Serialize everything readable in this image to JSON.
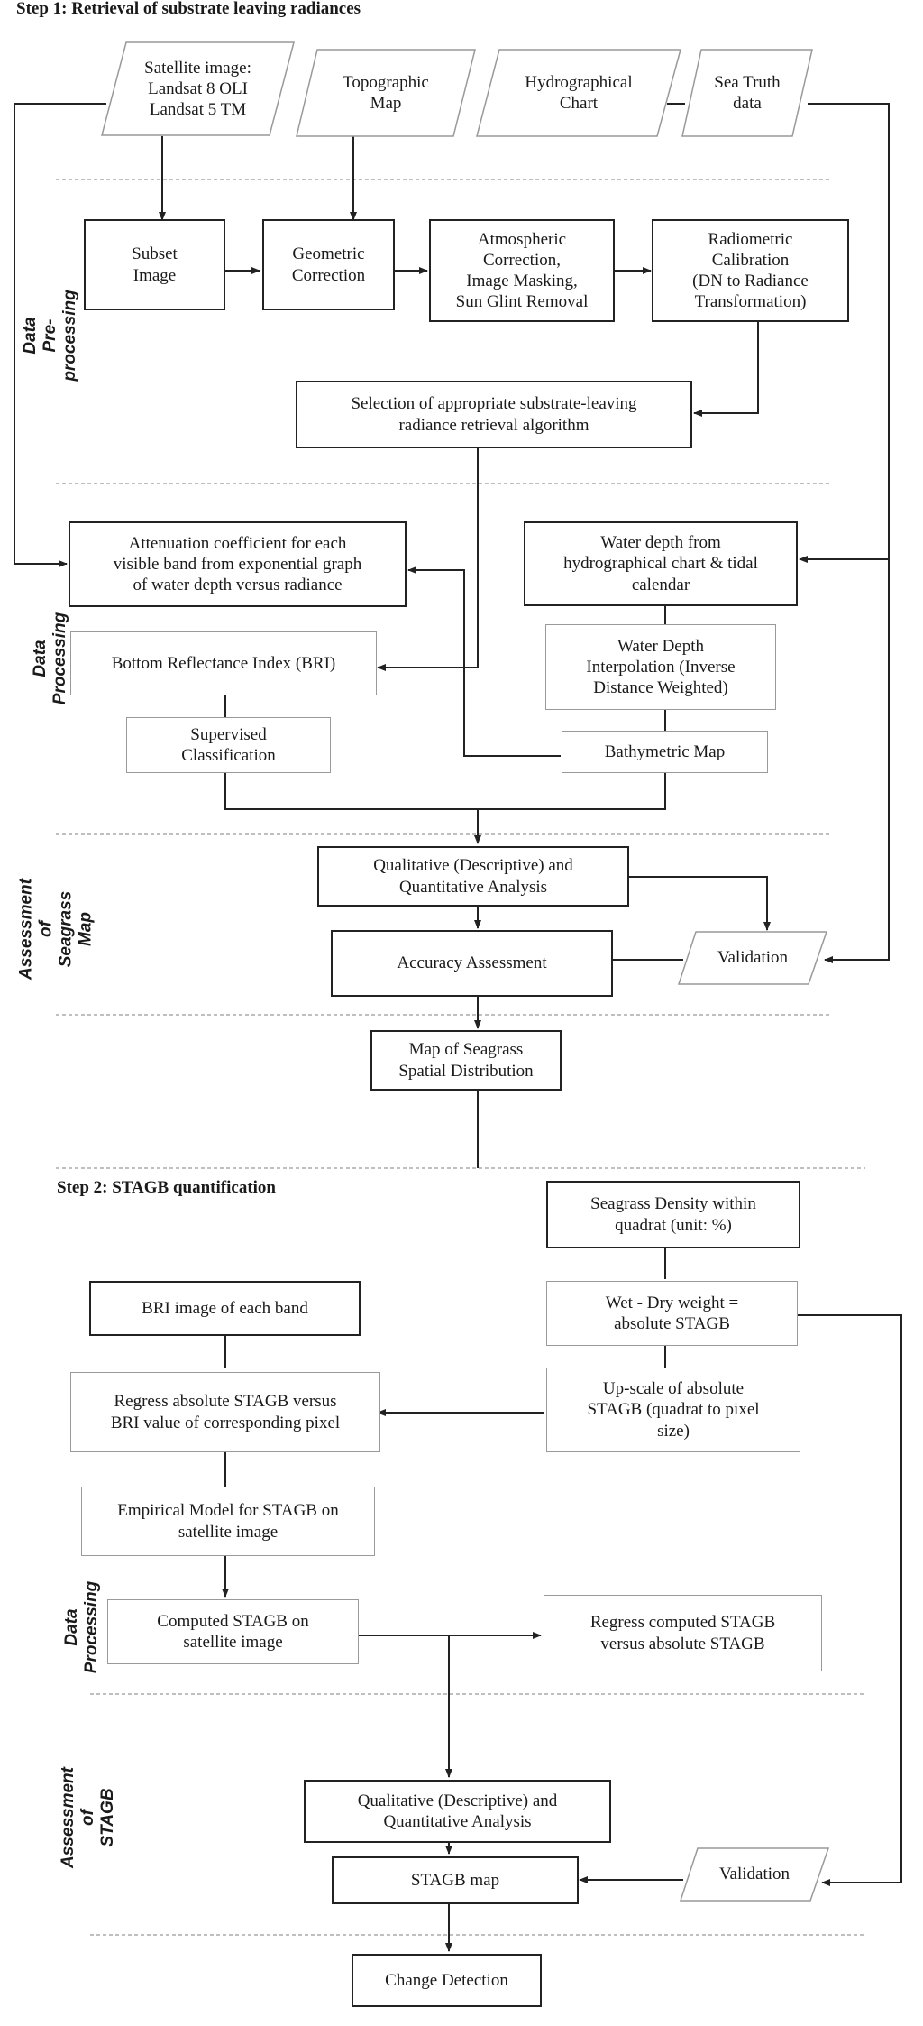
{
  "step1": {
    "title": "Step 1: Retrieval of substrate leaving radiances",
    "inputs": {
      "satellite": "Satellite image:\nLandsat 8 OLI\nLandsat 5 TM",
      "topographic": "Topographic\nMap",
      "hydrographical": "Hydrographical\nChart",
      "sea_truth": "Sea Truth\ndata"
    },
    "section_preprocessing": "Data\nPre-processing",
    "subset_image": "Subset\nImage",
    "geometric_correction": "Geometric\nCorrection",
    "atmospheric": "Atmospheric\nCorrection,\nImage Masking,\nSun Glint Removal",
    "radiometric": "Radiometric\nCalibration\n(DN to Radiance\nTransformation)",
    "selection_algorithm": "Selection of appropriate substrate-leaving\nradiance retrieval algorithm",
    "section_processing": "Data\nProcessing",
    "attenuation": "Attenuation coefficient for each\nvisible band from exponential graph\nof water depth versus radiance",
    "water_depth": "Water depth from\nhydrographical chart & tidal\ncalendar",
    "bri": "Bottom Reflectance Index (BRI)",
    "interpolation": "Water Depth\nInterpolation (Inverse\nDistance Weighted)",
    "supervised": "Supervised\nClassification",
    "bathymetric": "Bathymetric Map",
    "section_assessment": "Assessment\nof\nSeagrass\nMap",
    "qualitative": "Qualitative (Descriptive) and\nQuantitative Analysis",
    "accuracy": "Accuracy Assessment",
    "validation": "Validation",
    "map_distribution": "Map of Seagrass\nSpatial Distribution"
  },
  "step2": {
    "title": "Step 2: STAGB quantification",
    "density": "Seagrass Density within\nquadrat (unit: %)",
    "bri_image": "BRI image of each band",
    "wet_dry": "Wet - Dry weight =\nabsolute STAGB",
    "regress_absolute": "Regress absolute STAGB versus\nBRI value of corresponding pixel",
    "upscale": "Up-scale of absolute\nSTAGB (quadrat to pixel\nsize)",
    "empirical": "Empirical Model for STAGB on\nsatellite image",
    "section_processing": "Data\nProcessing",
    "computed": "Computed STAGB on\nsatellite image",
    "regress_computed": "Regress computed STAGB\nversus absolute STAGB",
    "section_assessment": "Assessment\nof\nSTAGB",
    "qualitative": "Qualitative (Descriptive) and\nQuantitative Analysis",
    "stagb_map": "STAGB map",
    "validation": "Validation",
    "change_detection": "Change Detection"
  }
}
